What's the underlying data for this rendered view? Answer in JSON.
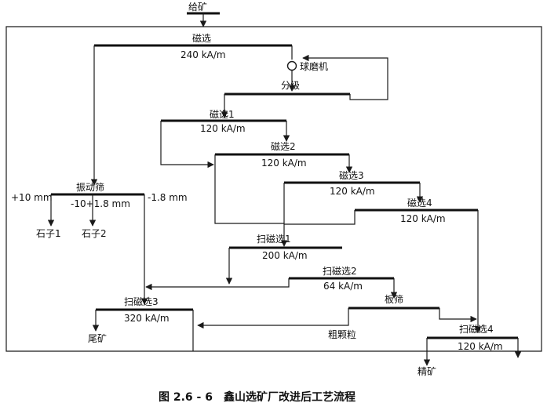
{
  "feed": "给矿",
  "ball_mill": "球磨机",
  "classifier": "分级",
  "vibrating_screen": "振动筛",
  "plate_screen": "板筛",
  "coarse_particles": "粗颗粒",
  "units": {
    "mag_main": {
      "name": "磁选",
      "field": "240 kA/m"
    },
    "mag_1": {
      "name": "磁选1",
      "field": "120 kA/m"
    },
    "mag_2": {
      "name": "磁选2",
      "field": "120 kA/m"
    },
    "mag_3": {
      "name": "磁选3",
      "field": "120 kA/m"
    },
    "mag_4": {
      "name": "磁选4",
      "field": "120 kA/m"
    },
    "scav_1": {
      "name": "扫磁选1",
      "field": "200 kA/m"
    },
    "scav_2": {
      "name": "扫磁选2",
      "field": "64 kA/m"
    },
    "scav_3": {
      "name": "扫磁选3",
      "field": "320 kA/m"
    },
    "scav_4": {
      "name": "扫磁选4",
      "field": "120 kA/m"
    }
  },
  "screen_fractions": {
    "plus10": "+10 mm",
    "mid": "-10+1.8 mm",
    "minus18": "-1.8 mm"
  },
  "products": {
    "stone1": "石子1",
    "stone2": "石子2",
    "tailings": "尾矿",
    "concentrate": "精矿"
  },
  "caption": "图 2.6 - 6　鑫山选矿厂改进后工艺流程"
}
